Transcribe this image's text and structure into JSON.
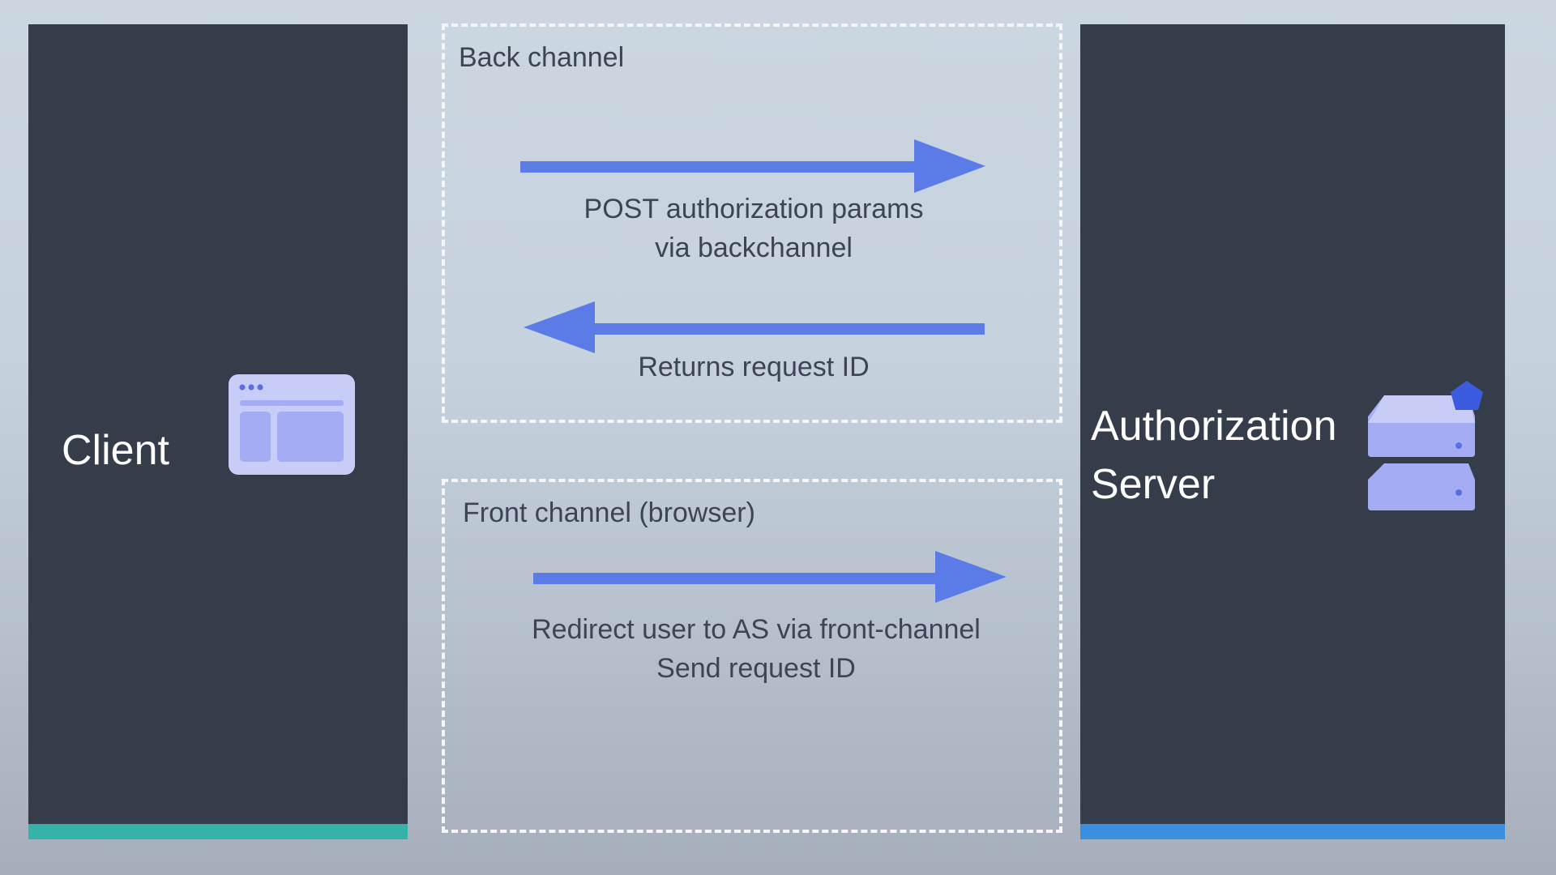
{
  "client": {
    "title": "Client",
    "icon": "browser-window-icon",
    "accent_color": "#36b3a8"
  },
  "server": {
    "title_line1": "Authorization",
    "title_line2": "Server",
    "icon": "server-stack-icon",
    "accent_color": "#3a8ee0"
  },
  "back_channel": {
    "label": "Back channel",
    "messages": [
      {
        "direction": "client-to-server",
        "line1": "POST authorization params",
        "line2": "via backchannel"
      },
      {
        "direction": "server-to-client",
        "line1": "Returns request ID"
      }
    ]
  },
  "front_channel": {
    "label": "Front channel (browser)",
    "messages": [
      {
        "direction": "client-to-server",
        "line1": "Redirect user to AS via front-channel",
        "line2": "Send request ID"
      }
    ]
  },
  "colors": {
    "panel": "#353c4a",
    "arrow": "#5b7be6",
    "dashed_border": "#f4f6f9",
    "text": "#3c4456"
  }
}
